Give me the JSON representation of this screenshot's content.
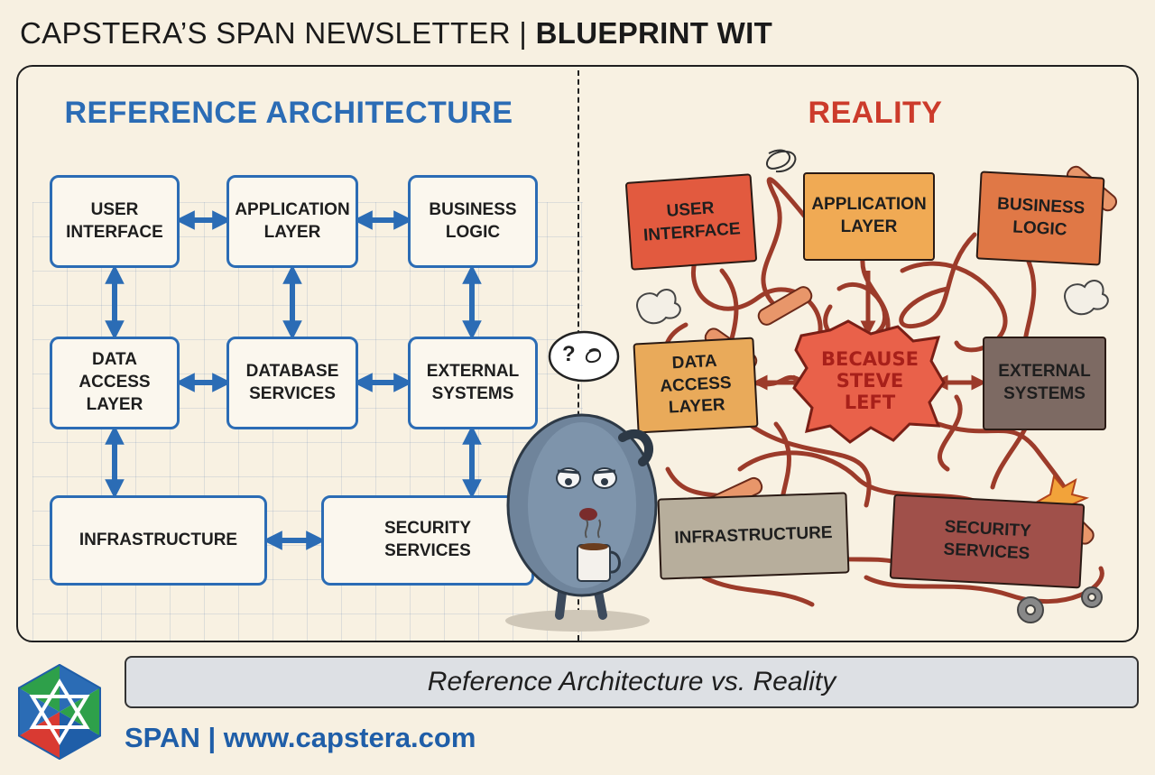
{
  "header": {
    "title_light": "CAPSTERA’S SPAN NEWSLETTER | ",
    "title_bold": "BLUEPRINT WIT"
  },
  "left": {
    "heading": "REFERENCE ARCHITECTURE",
    "boxes": {
      "user_interface": "USER\nINTERFACE",
      "application_layer": "APPLICATION\nLAYER",
      "business_logic": "BUSINESS\nLOGIC",
      "data_access": "DATA\nACCESS\nLAYER",
      "database_services": "DATABASE\nSERVICES",
      "external_systems": "EXTERNAL\nSYSTEMS",
      "infrastructure": "INFRASTRUCTURE",
      "security_services": "SECURITY\nSERVICES"
    }
  },
  "right": {
    "heading": "REALITY",
    "boxes": {
      "user_interface": "USER\nINTERFACE",
      "application_layer": "APPLICATION\nLAYER",
      "business_logic": "BUSINESS\nLOGIC",
      "data_access": "DATA\nACCESS\nLAYER",
      "external_systems": "EXTERNAL\nSYSTEMS",
      "infrastructure": "INFRASTRUCTURE",
      "security_services": "SECURITY\nSERVICES"
    },
    "center_burst": "BECAUSE\nSTEVE\nLEFT"
  },
  "thought_bubble": {
    "text": "?"
  },
  "caption": "Reference Architecture vs. Reality",
  "footer": "SPAN | www.capstera.com",
  "colors": {
    "ref_blue": "#2b6cb5",
    "reality_red": "#cc3b2b",
    "wire": "#9c3b2a",
    "footer_blue": "#1f5ea8"
  }
}
